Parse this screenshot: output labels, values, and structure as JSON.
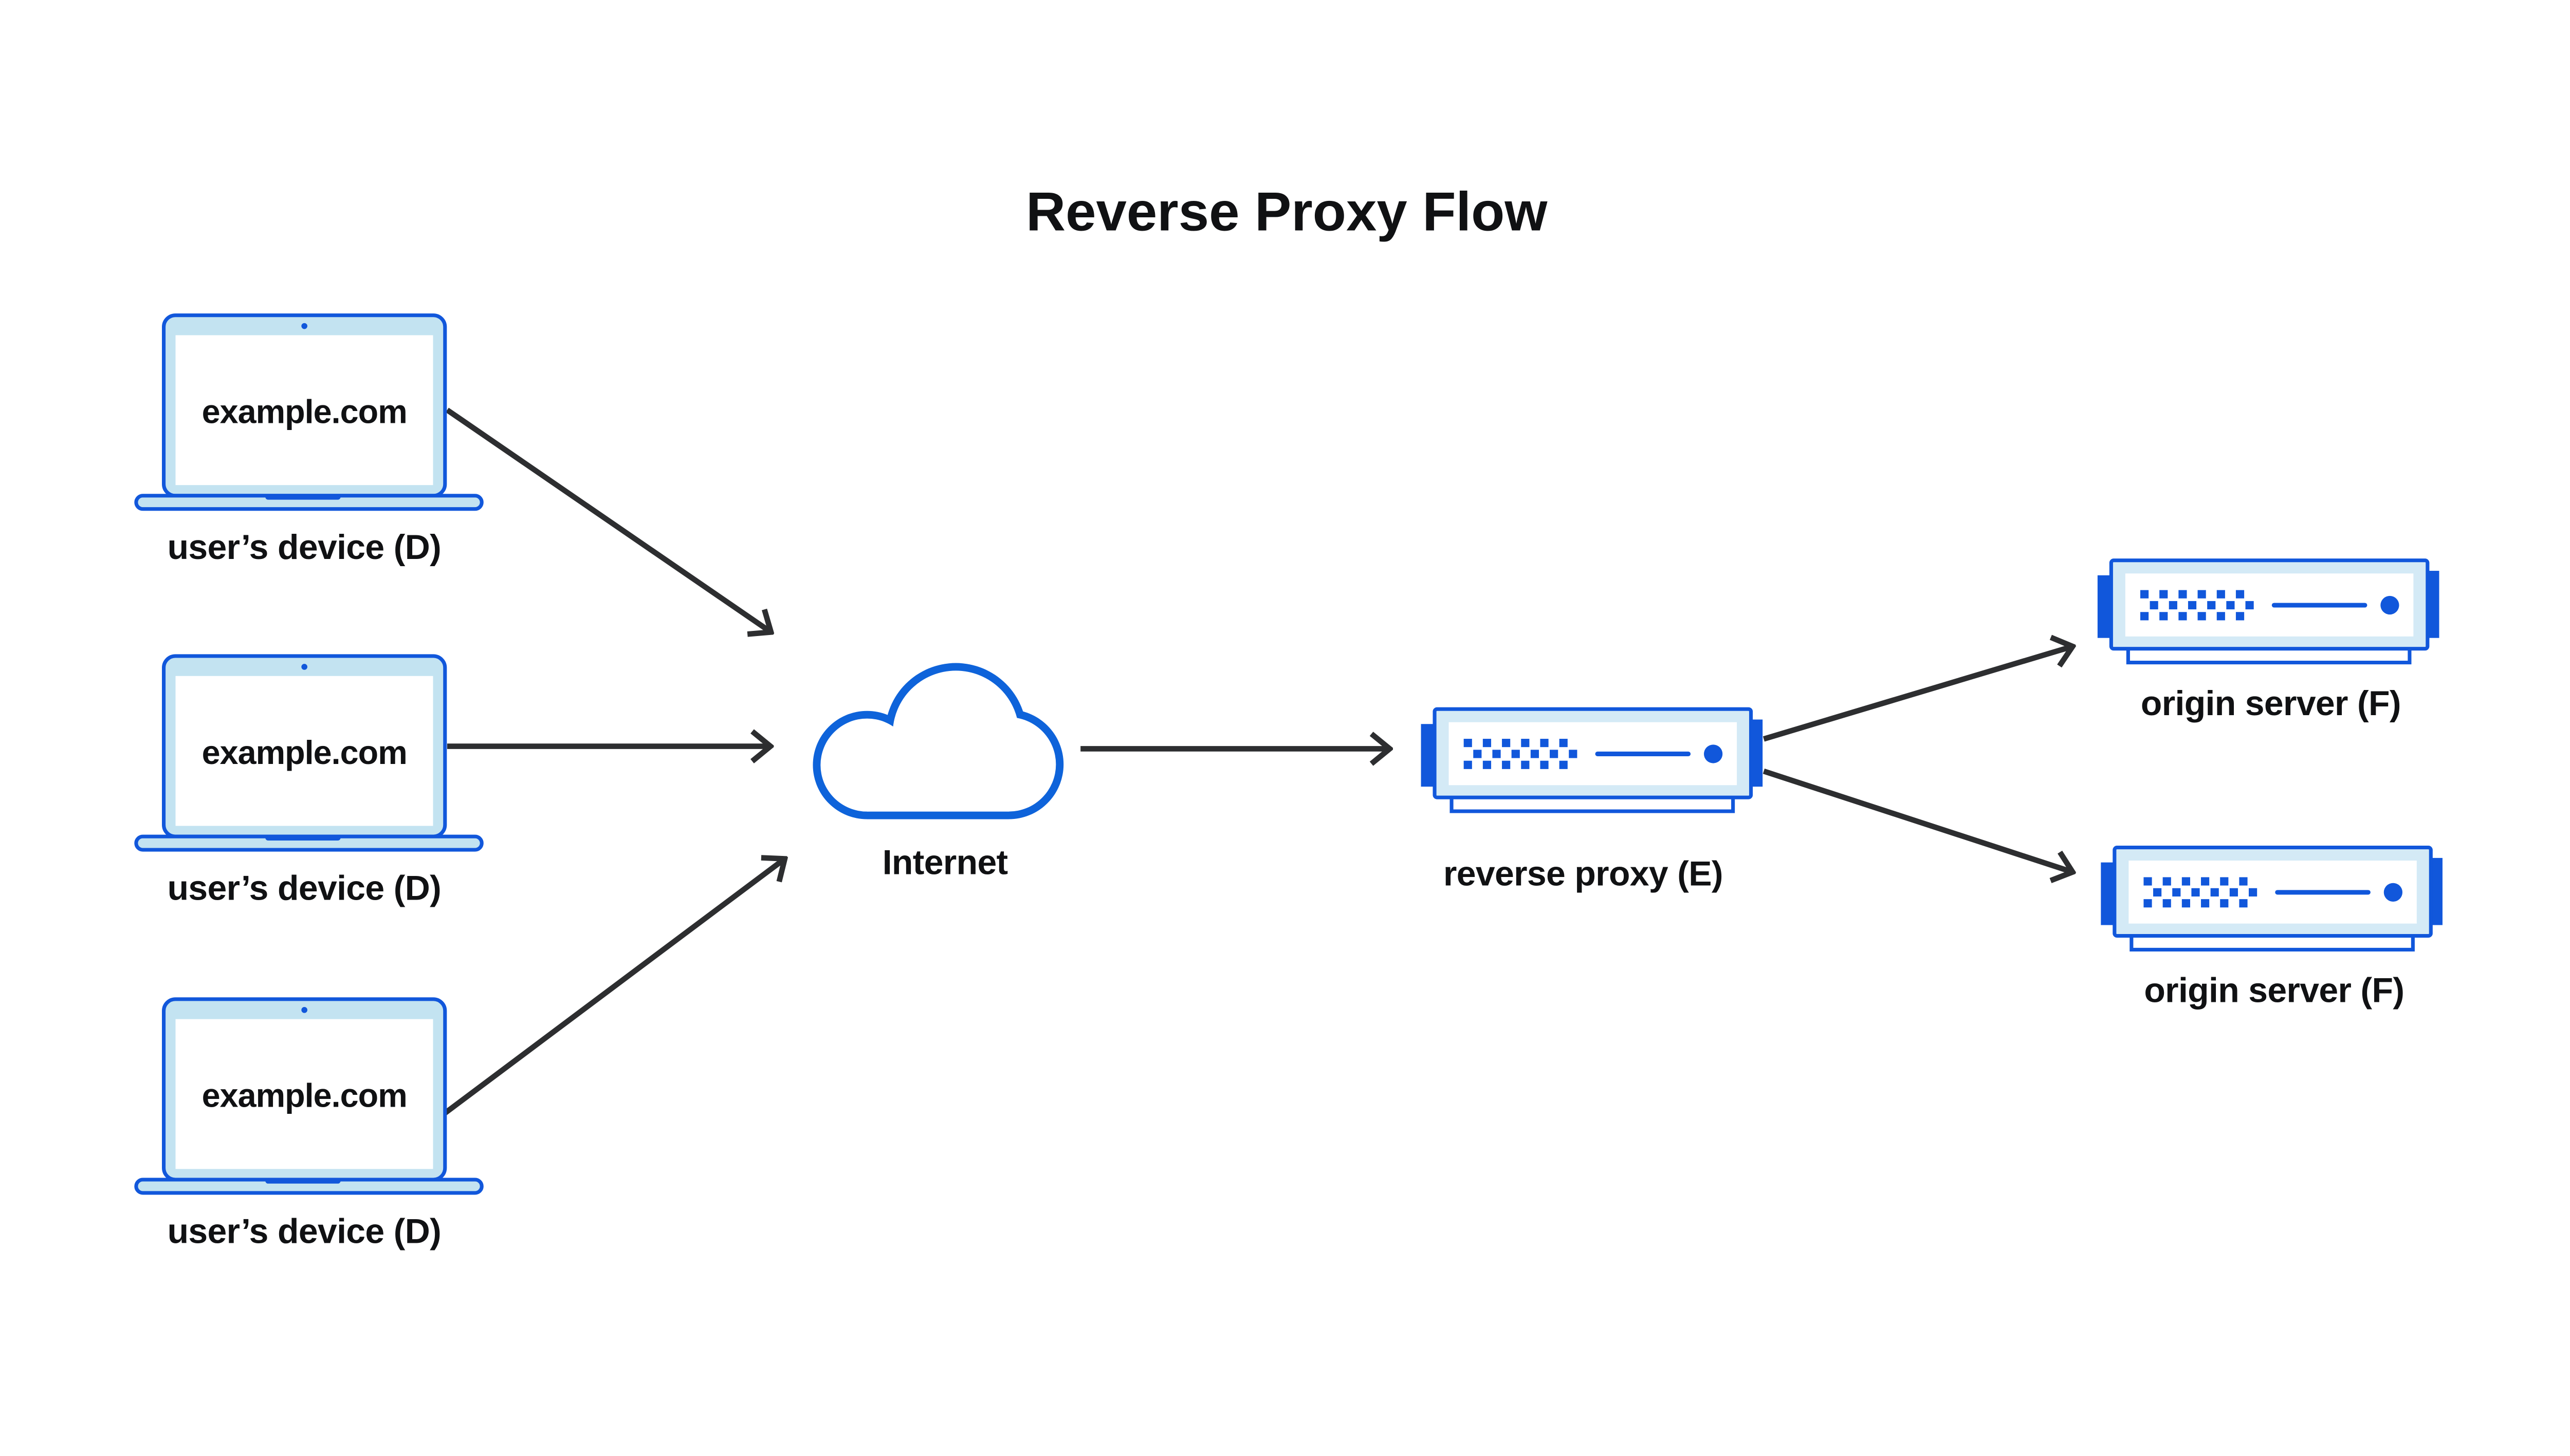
{
  "title": "Reverse Proxy Flow",
  "devices": [
    {
      "screen_text": "example.com",
      "label": "user’s device (D)"
    },
    {
      "screen_text": "example.com",
      "label": "user’s device (D)"
    },
    {
      "screen_text": "example.com",
      "label": "user’s device (D)"
    }
  ],
  "internet": {
    "label": "Internet"
  },
  "reverse_proxy": {
    "label": "reverse proxy (E)"
  },
  "origin_servers": [
    {
      "label": "origin server (F)"
    },
    {
      "label": "origin server (F)"
    }
  ],
  "colors": {
    "outline_blue": "#1157DB",
    "cloud_blue": "#0E63DA",
    "device_fill": "#C3E3F1",
    "server_fill": "#D4EAF6",
    "arrow": "#2D2E30",
    "text": "#101113",
    "background": "#FFFFFF"
  }
}
